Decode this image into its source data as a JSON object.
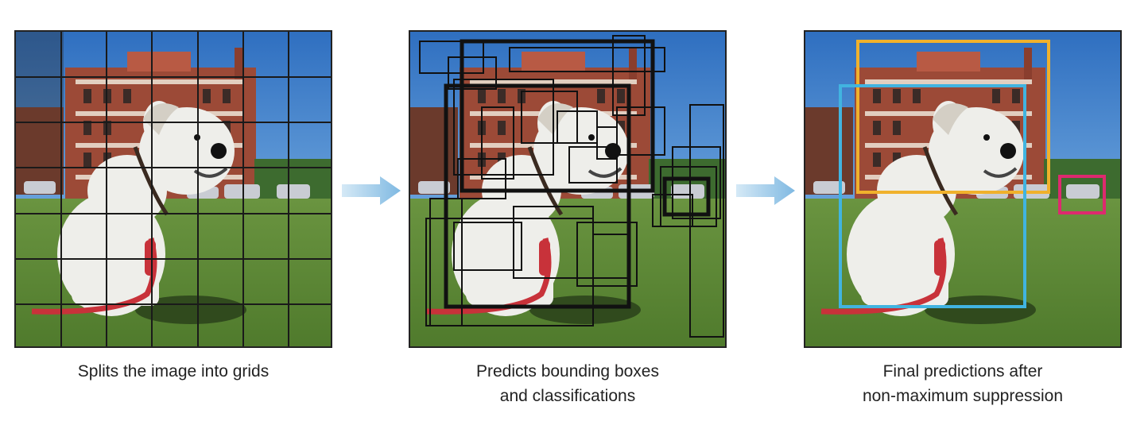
{
  "captions": {
    "grid": "Splits the image into grids",
    "predict": [
      "Predicts bounding boxes",
      "and classifications"
    ],
    "final": [
      "Final predictions after",
      "non-maximum suppression"
    ]
  },
  "colors": {
    "sky": "#3a79c4",
    "grass": "#5e8a37",
    "building": "#9c4a37",
    "dog": "#eeeeea",
    "leash": "#c8323a",
    "grid_lines": "#1a1a1a",
    "candidate_boxes": "#111111",
    "final_box_dog": "#41b4e0",
    "final_box_building": "#f0b12c",
    "final_box_car": "#dd2a6f",
    "arrow": "#8ec5e6"
  },
  "icons": [
    "arrow-right-icon",
    "arrow-right-icon"
  ]
}
